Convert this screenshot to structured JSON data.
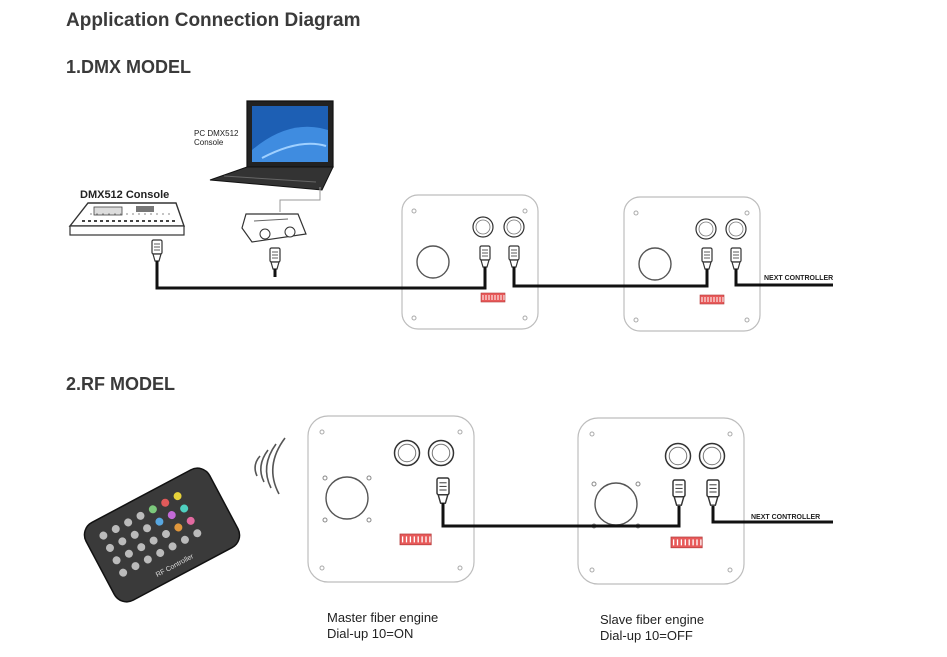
{
  "title": "Application Connection Diagram",
  "dmx_section": {
    "title": "1.DMX MODEL",
    "console_label": "DMX512 Console",
    "pc_label_line1": "PC DMX512",
    "pc_label_line2": "Console",
    "next_controller": "NEXT CONTROLLER"
  },
  "rf_section": {
    "title": "2.RF MODEL",
    "next_controller": "NEXT CONTROLLER",
    "remote_label": "RF Controller",
    "master_caption_line1": "Master fiber engine",
    "master_caption_line2": "Dial-up  10=ON",
    "slave_caption_line1": "Slave fiber engine",
    "slave_caption_line2": "Dial-up  10=OFF"
  },
  "colors": {
    "heading": "#3a3a3a",
    "cable": "#111111",
    "dip_switch": "#e85a5a",
    "panel_outline": "#bdbdbd"
  }
}
